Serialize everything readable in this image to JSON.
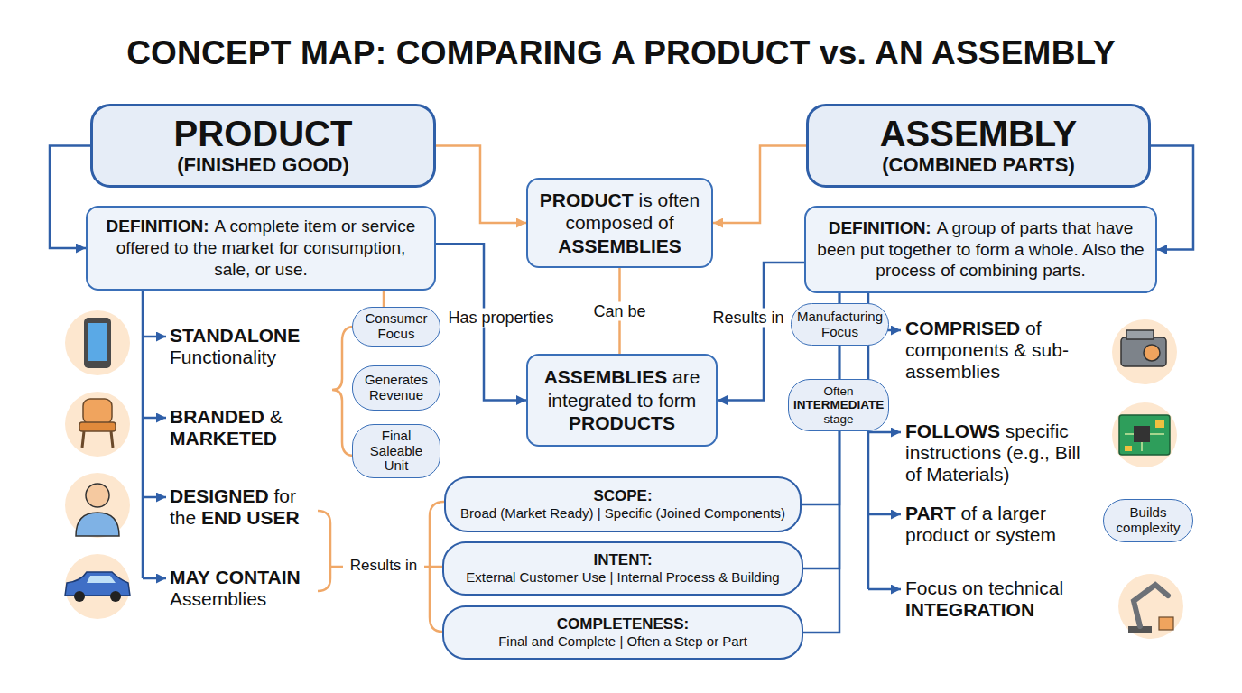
{
  "diagram": {
    "title": "CONCEPT MAP: COMPARING A PRODUCT vs. AN ASSEMBLY",
    "nodes": [
      {
        "text": [
          "PRODUCT",
          "(FINISHED GOOD)"
        ]
      },
      {
        "text": [
          "DEFINITION:",
          "A complete item or service offered to the market for consumption, sale, or use."
        ]
      },
      {
        "text": [
          "PRODUCT is often composed of ASSEMBLIES"
        ]
      },
      {
        "text": [
          "ASSEMBLIES are integrated to form PRODUCTS"
        ]
      },
      {
        "text": [
          "ASSEMBLY",
          "(COMBINED PARTS)"
        ]
      },
      {
        "text": [
          "DEFINITION:",
          "A group of parts that have been put together to form a whole. Also the process of combining parts."
        ]
      },
      {
        "text": [
          "Consumer Focus"
        ]
      },
      {
        "text": [
          "Generates Revenue"
        ]
      },
      {
        "text": [
          "Final Saleable Unit"
        ]
      },
      {
        "text": [
          "Manufacturing Focus"
        ]
      },
      {
        "text": [
          "Often INTERMEDIATE stage"
        ]
      },
      {
        "text": [
          "Builds complexity"
        ]
      },
      {
        "text": [
          "SCOPE:",
          "Broad (Market Ready) | Specific (Joined Components)"
        ]
      },
      {
        "text": [
          "INTENT:",
          "External Customer Use | Internal Process & Building"
        ]
      },
      {
        "text": [
          "COMPLETENESS:",
          "Final and Complete | Often a Step or Part"
        ]
      }
    ],
    "edges": [
      {
        "from": 0,
        "to": 1,
        "arrow": "to"
      },
      {
        "from": 4,
        "to": 5,
        "arrow": "to"
      },
      {
        "from": 0,
        "to": 2,
        "arrow": "to"
      },
      {
        "from": 4,
        "to": 2,
        "arrow": "to"
      },
      {
        "from": 2,
        "to": 3,
        "label": "Can be",
        "arrow": "none"
      },
      {
        "from": 1,
        "to": 3,
        "label": "Has properties",
        "arrow": "to"
      },
      {
        "from": 5,
        "to": 3,
        "label": "Results in",
        "arrow": "to"
      },
      {
        "from": 5,
        "to": 12,
        "arrow": "none"
      },
      {
        "from": 5,
        "to": 13,
        "arrow": "none"
      },
      {
        "from": 5,
        "to": 14,
        "arrow": "none"
      }
    ],
    "labels": [
      "STANDALONE Functionality",
      "BRANDED & MARKETED",
      "DESIGNED for the END USER",
      "MAY CONTAIN Assemblies",
      "Results in",
      "COMPRISED of components & sub-assemblies",
      "FOLLOWS specific instructions (e.g., Bill of Materials)",
      "PART of a larger product or system",
      "Focus on technical INTEGRATION"
    ]
  }
}
